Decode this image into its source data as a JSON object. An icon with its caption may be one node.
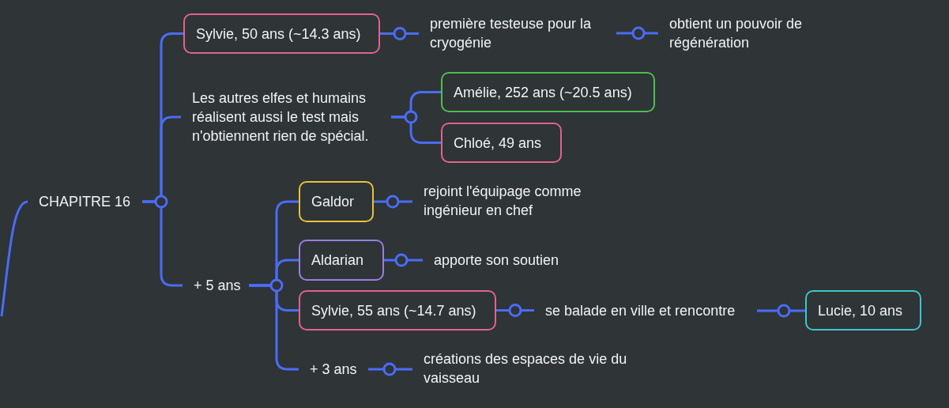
{
  "diagram": {
    "nodes": [
      {
        "text": [
          "CHAPITRE 16"
        ]
      },
      {
        "text": [
          "Sylvie, 50 ans (~14.3 ans)"
        ]
      },
      {
        "text": [
          "première testeuse pour la cryogénie"
        ]
      },
      {
        "text": [
          "obtient un pouvoir de régénération"
        ]
      },
      {
        "text": [
          "Les autres elfes et humains réalisent aussi le test mais n'obtiennent rien de spécial."
        ]
      },
      {
        "text": [
          "Amélie, 252 ans (~20.5 ans)"
        ]
      },
      {
        "text": [
          "Chloé, 49 ans"
        ]
      },
      {
        "text": [
          "+ 5 ans"
        ]
      },
      {
        "text": [
          "Galdor"
        ]
      },
      {
        "text": [
          "rejoint l'équipage comme ingénieur en chef"
        ]
      },
      {
        "text": [
          "Aldarian"
        ]
      },
      {
        "text": [
          "apporte son soutien"
        ]
      },
      {
        "text": [
          "Sylvie, 55 ans (~14.7 ans)"
        ]
      },
      {
        "text": [
          "se balade en ville et rencontre"
        ]
      },
      {
        "text": [
          "Lucie, 10 ans"
        ]
      },
      {
        "text": [
          "+ 3 ans"
        ]
      },
      {
        "text": [
          "créations des espaces de vie du vaisseau"
        ]
      }
    ],
    "edges": [
      {
        "from": null,
        "to": 0,
        "arrow": "none"
      },
      {
        "from": 0,
        "to": 1,
        "arrow": "none"
      },
      {
        "from": 0,
        "to": 4,
        "arrow": "none"
      },
      {
        "from": 0,
        "to": 7,
        "arrow": "none"
      },
      {
        "from": 1,
        "to": 2,
        "arrow": "none"
      },
      {
        "from": 2,
        "to": 3,
        "arrow": "none"
      },
      {
        "from": 4,
        "to": 5,
        "arrow": "none"
      },
      {
        "from": 4,
        "to": 6,
        "arrow": "none"
      },
      {
        "from": 7,
        "to": 8,
        "arrow": "none"
      },
      {
        "from": 7,
        "to": 10,
        "arrow": "none"
      },
      {
        "from": 7,
        "to": 12,
        "arrow": "none"
      },
      {
        "from": 7,
        "to": 15,
        "arrow": "none"
      },
      {
        "from": 8,
        "to": 9,
        "arrow": "none"
      },
      {
        "from": 10,
        "to": 11,
        "arrow": "none"
      },
      {
        "from": 12,
        "to": 13,
        "arrow": "none"
      },
      {
        "from": 13,
        "to": 14,
        "arrow": "none"
      },
      {
        "from": 15,
        "to": 16,
        "arrow": "none"
      }
    ]
  }
}
